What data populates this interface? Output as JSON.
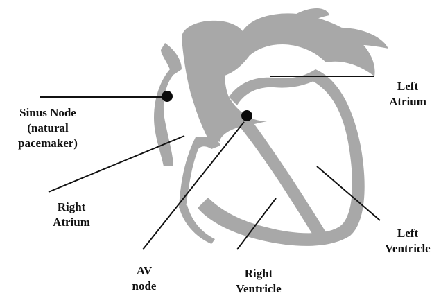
{
  "colors": {
    "heart_wall": "#a8a8a8",
    "node_dot": "#0a0a0a",
    "leader_line": "#111111",
    "text": "#111111",
    "background": "#ffffff"
  },
  "labels": {
    "sinus_node": [
      "Sinus Node",
      "(natural",
      "pacemaker)"
    ],
    "right_atrium": [
      "Right",
      "Atrium"
    ],
    "left_atrium": [
      "Left",
      "Atrium"
    ],
    "left_ventricle": [
      "Left",
      "Ventricle"
    ],
    "av_node": [
      "AV",
      "node"
    ],
    "right_ventricle": [
      "Right",
      "Ventricle"
    ]
  }
}
